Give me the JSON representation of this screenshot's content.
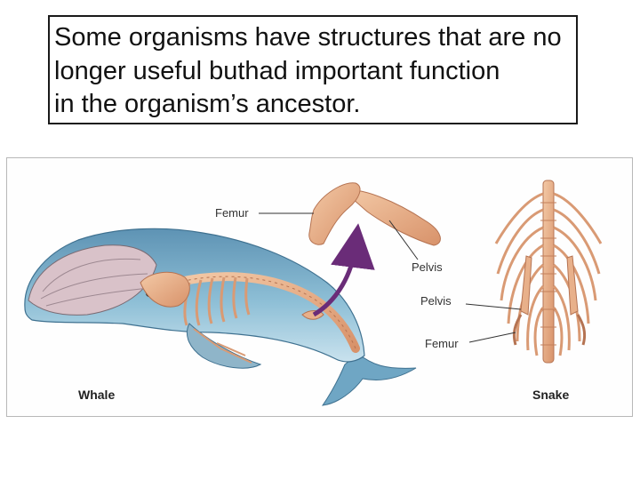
{
  "caption": {
    "text": "Some organisms have structures that are no\nlonger useful buthad important function\nin  the organism’s ancestor."
  },
  "figure": {
    "labels": {
      "whale_femur": "Femur",
      "whale_pelvis": "Pelvis",
      "snake_pelvis": "Pelvis",
      "snake_femur": "Femur",
      "whale": "Whale",
      "snake": "Snake"
    },
    "colors": {
      "whale_body": "#7fb1cc",
      "bone": "#e8b08a",
      "arrow": "#6a2c78"
    }
  }
}
